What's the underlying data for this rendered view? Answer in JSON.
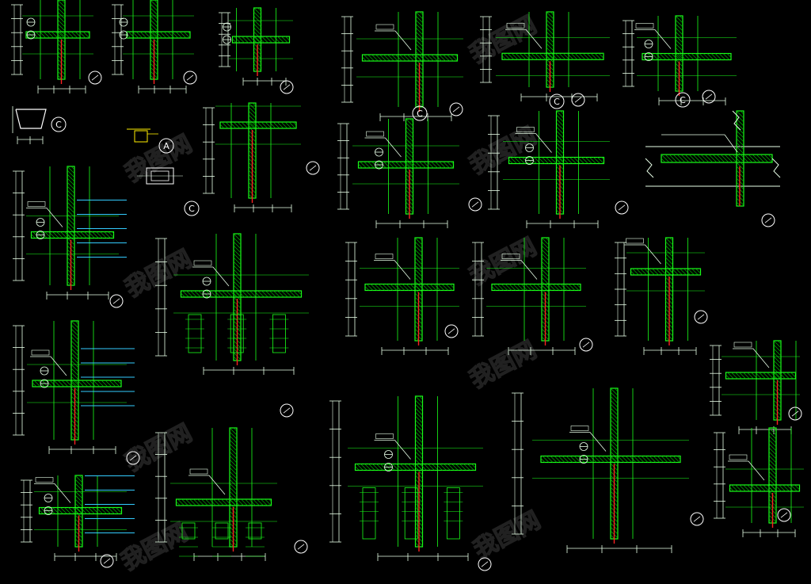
{
  "watermark": {
    "text": "我图网"
  },
  "colors": {
    "background": "#000000",
    "wall": "#1aff1a",
    "dimension": "#e8ffe8",
    "hatch": "#00c000",
    "axis_red": "#ff2020",
    "blue_line": "#33ccff",
    "yellow_leader": "#ffee00",
    "label": "#ffffff"
  },
  "sheet": {
    "title": "",
    "callouts": [
      "C",
      "A",
      "C",
      "C",
      "C",
      "C"
    ]
  }
}
